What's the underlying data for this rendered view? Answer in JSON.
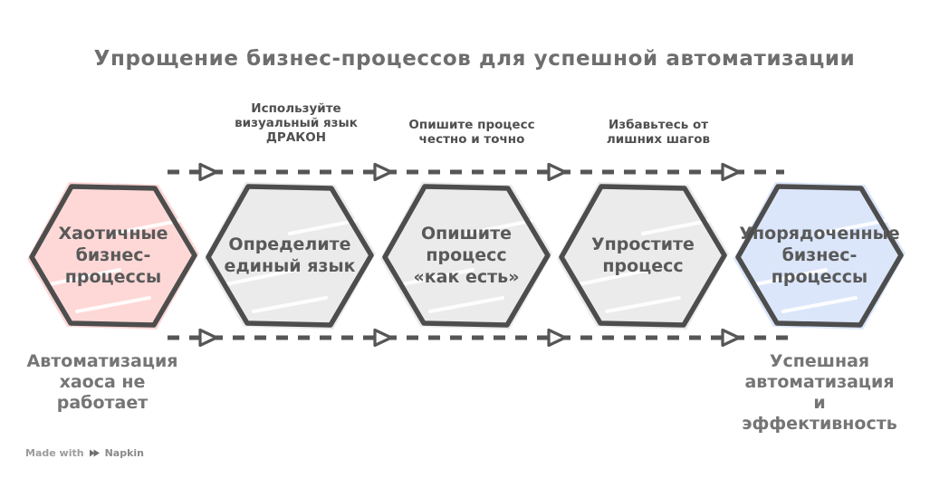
{
  "title": "Упрощение бизнес-процессов для успешной автоматизации",
  "palette": {
    "chaotic_fill": "#fdd8d7",
    "neutral_fill": "#ebebeb",
    "ordered_fill": "#dbe6fa",
    "outline": "#4d4d4d",
    "arrow": "#565656",
    "title_text": "#6e6e6e",
    "hex_text": "#595959",
    "note_text": "#4f4f4f",
    "annotation_text": "#757575",
    "footer_text": "#9c9c9c"
  },
  "steps": [
    {
      "label": "Хаотичные\nбизнес-\nпроцессы",
      "color": "#fdd8d7"
    },
    {
      "label": "Определите\nединый язык",
      "color": "#ebebeb"
    },
    {
      "label": "Опишите\nпроцесс\n«как есть»",
      "color": "#ebebeb"
    },
    {
      "label": "Упростите\nпроцесс",
      "color": "#ebebeb"
    },
    {
      "label": "Упорядоченные\nбизнес-\nпроцессы",
      "color": "#dbe6fa"
    }
  ],
  "arrow_labels": [
    "Используйте\nвизуальный язык\nДРАКОН",
    "Опишите процесс\nчестно и точно",
    "Избавьтесь от\nлишних шагов"
  ],
  "annotations": {
    "left": "Автоматизация\nхаоса не\nработает",
    "right": "Успешная\nавтоматизация\nи\nэффективность"
  },
  "footer": {
    "made_with": "Made with",
    "brand": "Napkin"
  }
}
